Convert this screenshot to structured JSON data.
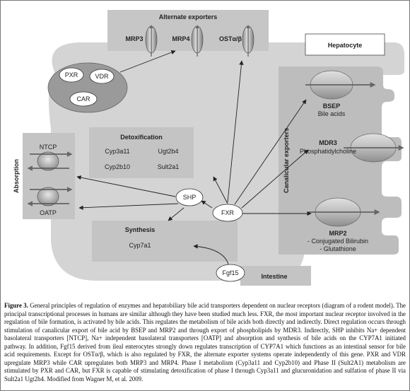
{
  "diagram": {
    "alternate_exporters": {
      "title": "Alternate exporters",
      "mrp3": "MRP3",
      "mrp4": "MRP4",
      "ost": "OSTα/β"
    },
    "hepatocyte": "Hepatocyte",
    "nuclear_receptors": {
      "pxr": "PXR",
      "vdr": "VDR",
      "car": "CAR"
    },
    "canalicular": {
      "title": "Canalicular exporters",
      "bsep": "BSEP",
      "bsep_sub": "Bile acids",
      "mdr3": "MDR3",
      "mdr3_sub": "Phosphatidylcholine",
      "mrp2": "MRP2",
      "mrp2_sub1": "- Conjugated Bilirubin",
      "mrp2_sub2": "- Glutathione"
    },
    "detox": {
      "title": "Detoxification",
      "cyp3a11": "Cyp3a11",
      "ugt2b4": "Ugt2b4",
      "cyp2b10": "Cyp2b10",
      "sult2a1": "Sult2a1"
    },
    "absorption": {
      "title": "Absorption",
      "ntcp": "NTCP",
      "oatp": "OATP"
    },
    "shp": "SHP",
    "fxr": "FXR",
    "synthesis": {
      "title": "Synthesis",
      "cyp7a1": "Cyp7a1"
    },
    "fgf15": "Fgf15",
    "intestine": "Intestine"
  },
  "caption": {
    "label": "Figure 3.",
    "text": "General principles of regulation of enzymes and hepatobiliary bile acid transporters dependent on nuclear receptors (diagram of a rodent model). The principal transcriptional processes in humans are similar although they have been studied much less. FXR, the most important nuclear receptor involved in the regulation of bile formation, is activated by bile acids. This regulates the metabolism of bile acids both directly and indirectly. Direct regulation occurs through stimulation of canalicular export of bile acid by BSEP and MRP2 and through export of phospholipids by MDR3. Indirectly, SHP inhibits Na+ dependent basolateral transporters [NTCP], Na+ independent basolateral transporters [OATP] and absorption and synthesis of bile acids on the CYP7A1 initiated pathway. In addition, Fgf15 derived from ileal enterocytes strongly down regulates transcription of CYP7A1 which functions as an intestinal sensor for bile acid requirements. Except for OSTα/β, which is also regulated by FXR, the alternate exporter systems operate independently of this gene. PXR and VDR upregulate MRP3 while CAR upregulates both MRP3 and MRP4. Phase I metabolism (Cyp3a11 and Cyp2b10) and Phase II (Sult2A1) metabolism are stimulated by PXR and CAR, but FXR is capable of stimulating detoxification of phase I through Cyp3a11 and glucuronidation and sulfation of phase II via Sult2a1 Ugt2b4. Modified from Wagner M, et al. 2009."
  }
}
